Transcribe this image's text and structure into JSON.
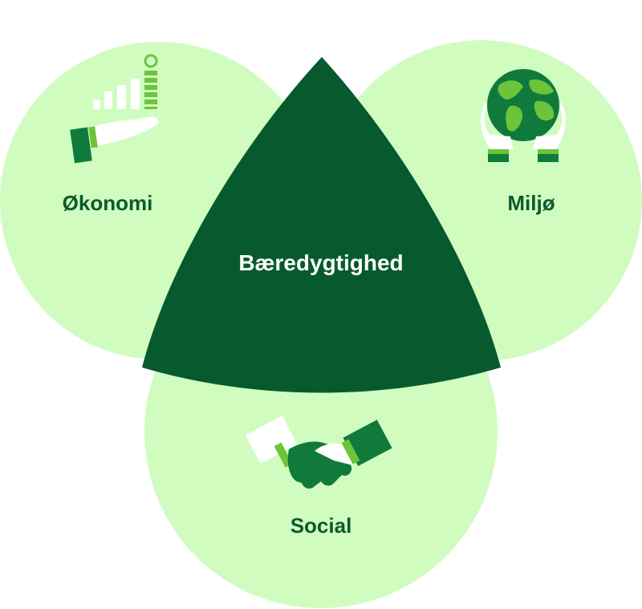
{
  "diagram": {
    "center_label": "Bæredygtighed",
    "circles": [
      {
        "key": "economy",
        "label": "Økonomi",
        "icon": "hand-bar-chart-icon"
      },
      {
        "key": "environment",
        "label": "Miljø",
        "icon": "hands-globe-icon"
      },
      {
        "key": "social",
        "label": "Social",
        "icon": "handshake-icon"
      }
    ],
    "colors": {
      "circle_fill": "#d0fcc0",
      "center_fill": "#075a2e",
      "label_text": "#0c5a2e",
      "center_text": "#ffffff",
      "icon_dark": "#0f7a3c",
      "icon_light": "#6cc43a"
    }
  }
}
